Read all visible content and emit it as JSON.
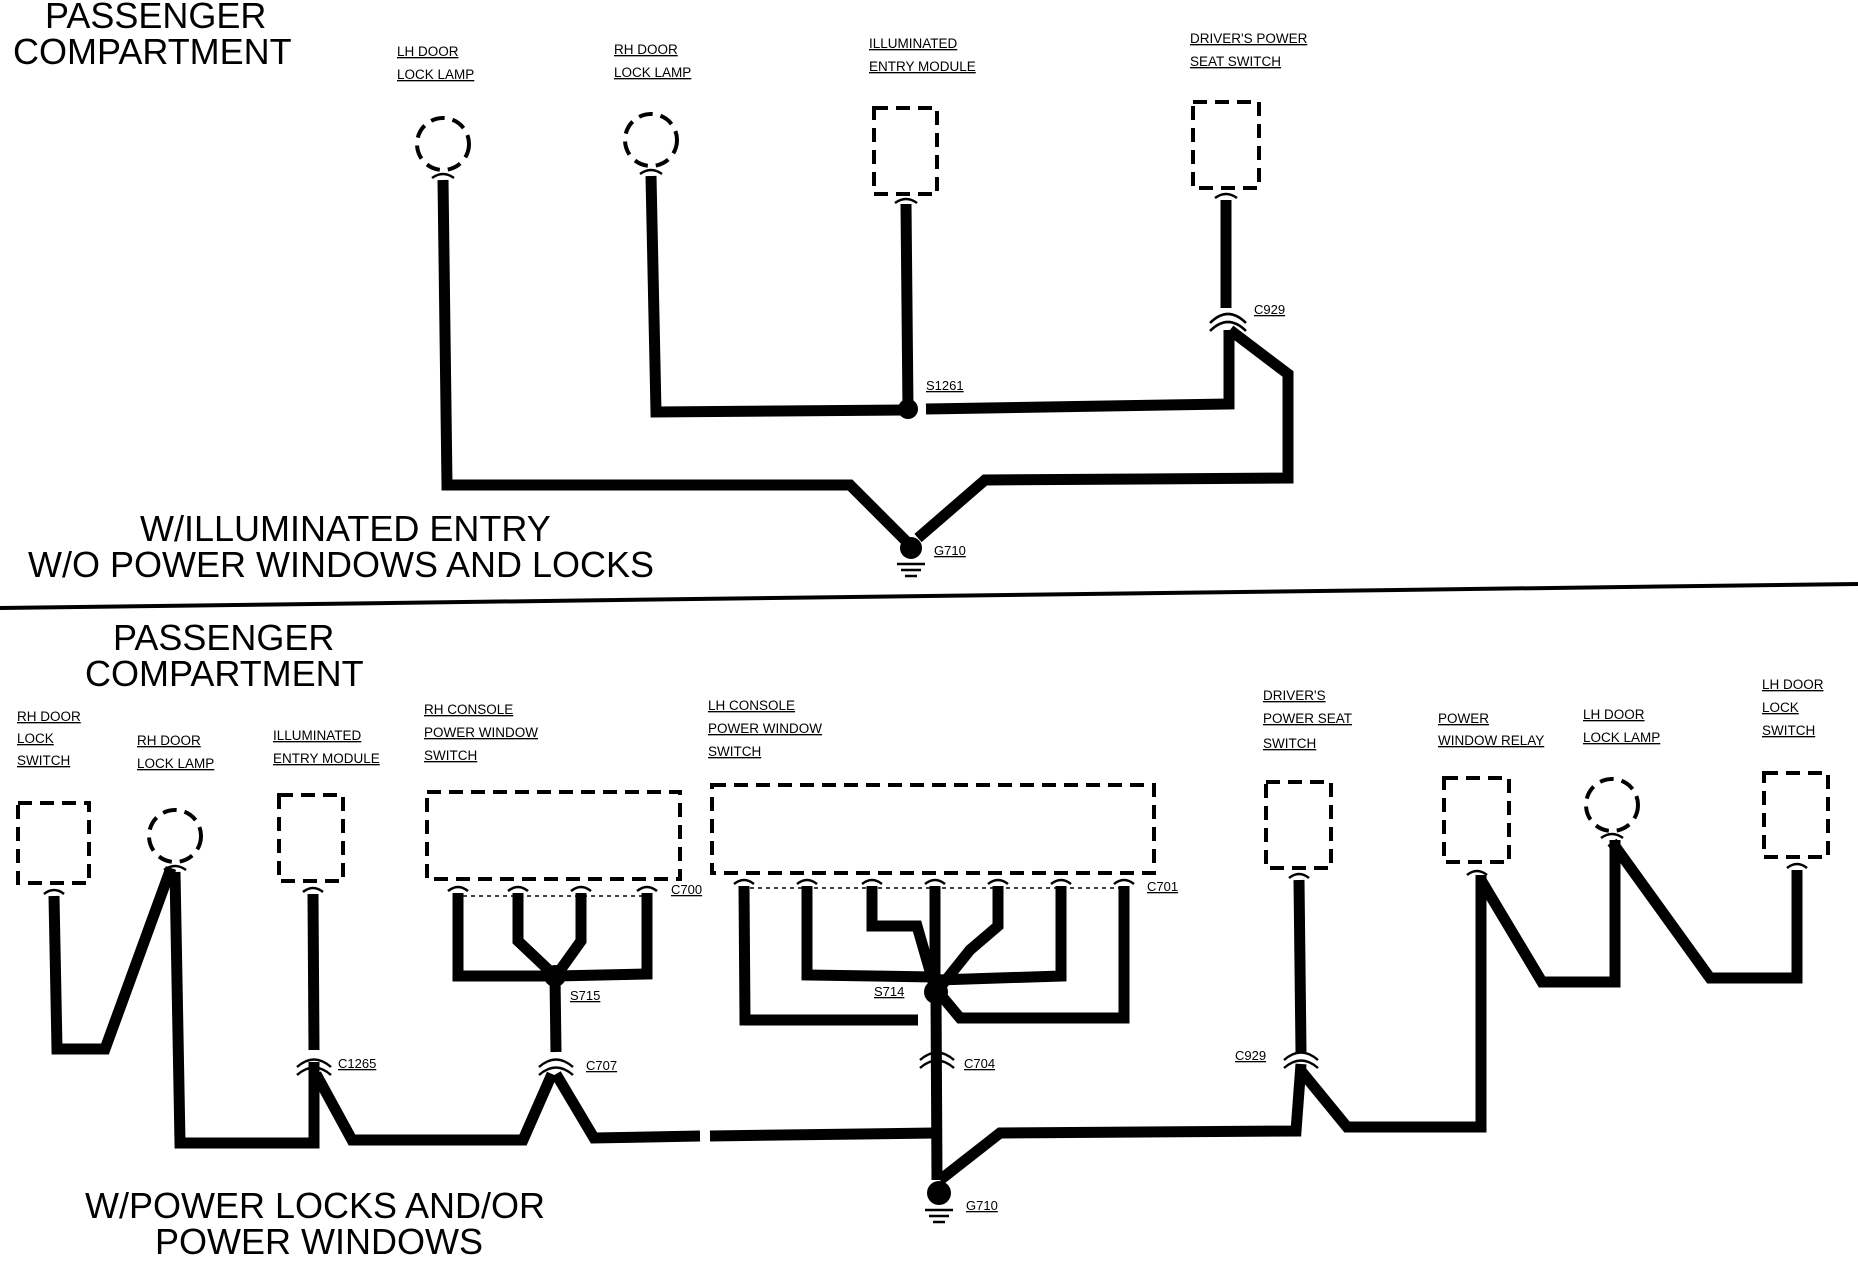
{
  "top": {
    "title_line1": "PASSENGER",
    "title_line2": "COMPARTMENT",
    "caption_line1": "W/ILLUMINATED ENTRY",
    "caption_line2": "W/O POWER WINDOWS AND LOCKS",
    "components": [
      {
        "line1": "LH DOOR",
        "line2": "LOCK LAMP"
      },
      {
        "line1": "RH DOOR",
        "line2": "LOCK LAMP"
      },
      {
        "line1": "ILLUMINATED",
        "line2": "ENTRY MODULE"
      },
      {
        "line1": "DRIVER'S POWER",
        "line2": "SEAT SWITCH"
      }
    ],
    "connectors": {
      "c929": "C929",
      "s1261": "S1261",
      "g710": "G710"
    }
  },
  "bottom": {
    "title_line1": "PASSENGER",
    "title_line2": "COMPARTMENT",
    "caption_line1": "W/POWER LOCKS AND/OR",
    "caption_line2": "POWER WINDOWS",
    "components": [
      {
        "line1": "RH DOOR",
        "line2": "LOCK",
        "line3": "SWITCH"
      },
      {
        "line1": "RH DOOR",
        "line2": "LOCK LAMP"
      },
      {
        "line1": "ILLUMINATED",
        "line2": "ENTRY MODULE"
      },
      {
        "line1": "RH CONSOLE",
        "line2": "POWER WINDOW",
        "line3": "SWITCH"
      },
      {
        "line1": "LH CONSOLE",
        "line2": "POWER WINDOW",
        "line3": "SWITCH"
      },
      {
        "line1": "DRIVER'S",
        "line2": "POWER SEAT",
        "line3": "SWITCH"
      },
      {
        "line1": "POWER",
        "line2": "WINDOW RELAY"
      },
      {
        "line1": "LH DOOR",
        "line2": "LOCK LAMP"
      },
      {
        "line1": "LH DOOR",
        "line2": "LOCK",
        "line3": "SWITCH"
      }
    ],
    "connectors": {
      "c700": "C700",
      "c701": "C701",
      "s715": "S715",
      "s714": "S714",
      "c1265": "C1265",
      "c707": "C707",
      "c704": "C704",
      "c929": "C929",
      "g710": "G710"
    }
  }
}
